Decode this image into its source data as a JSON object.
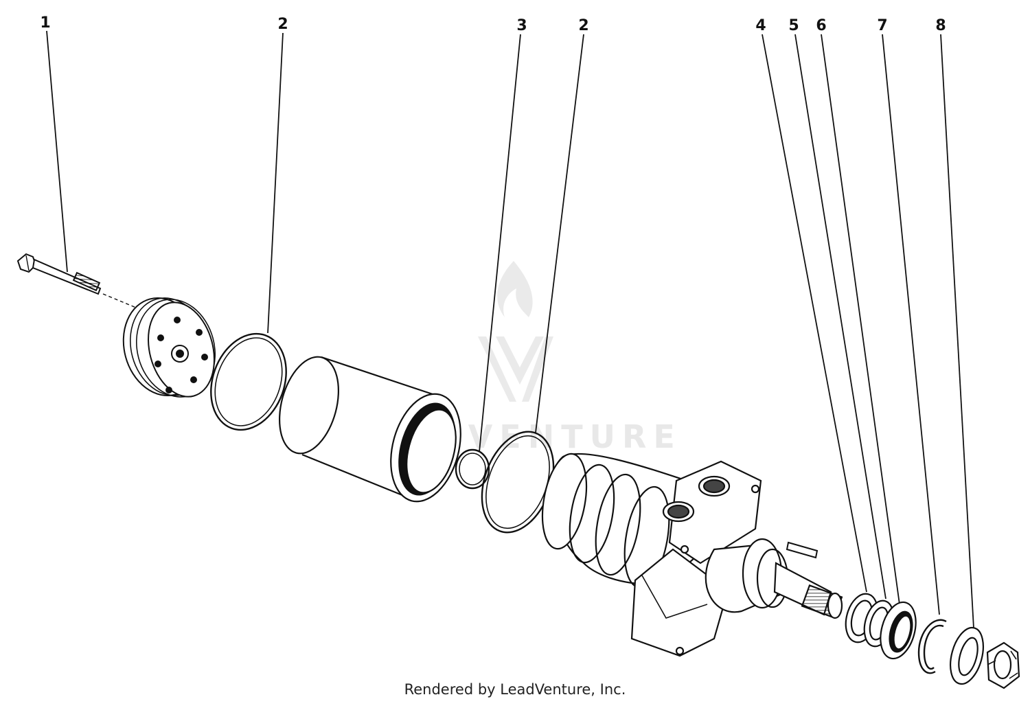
{
  "diagram": {
    "callouts": [
      "1",
      "2",
      "3",
      "2",
      "4",
      "5",
      "6",
      "7",
      "8"
    ],
    "watermark_logo_text": "LEADVENTURE",
    "footer": "Rendered by LeadVenture, Inc."
  },
  "colors": {
    "ink": "#111111",
    "watermark": "#e6e6e6",
    "background": "#ffffff"
  }
}
